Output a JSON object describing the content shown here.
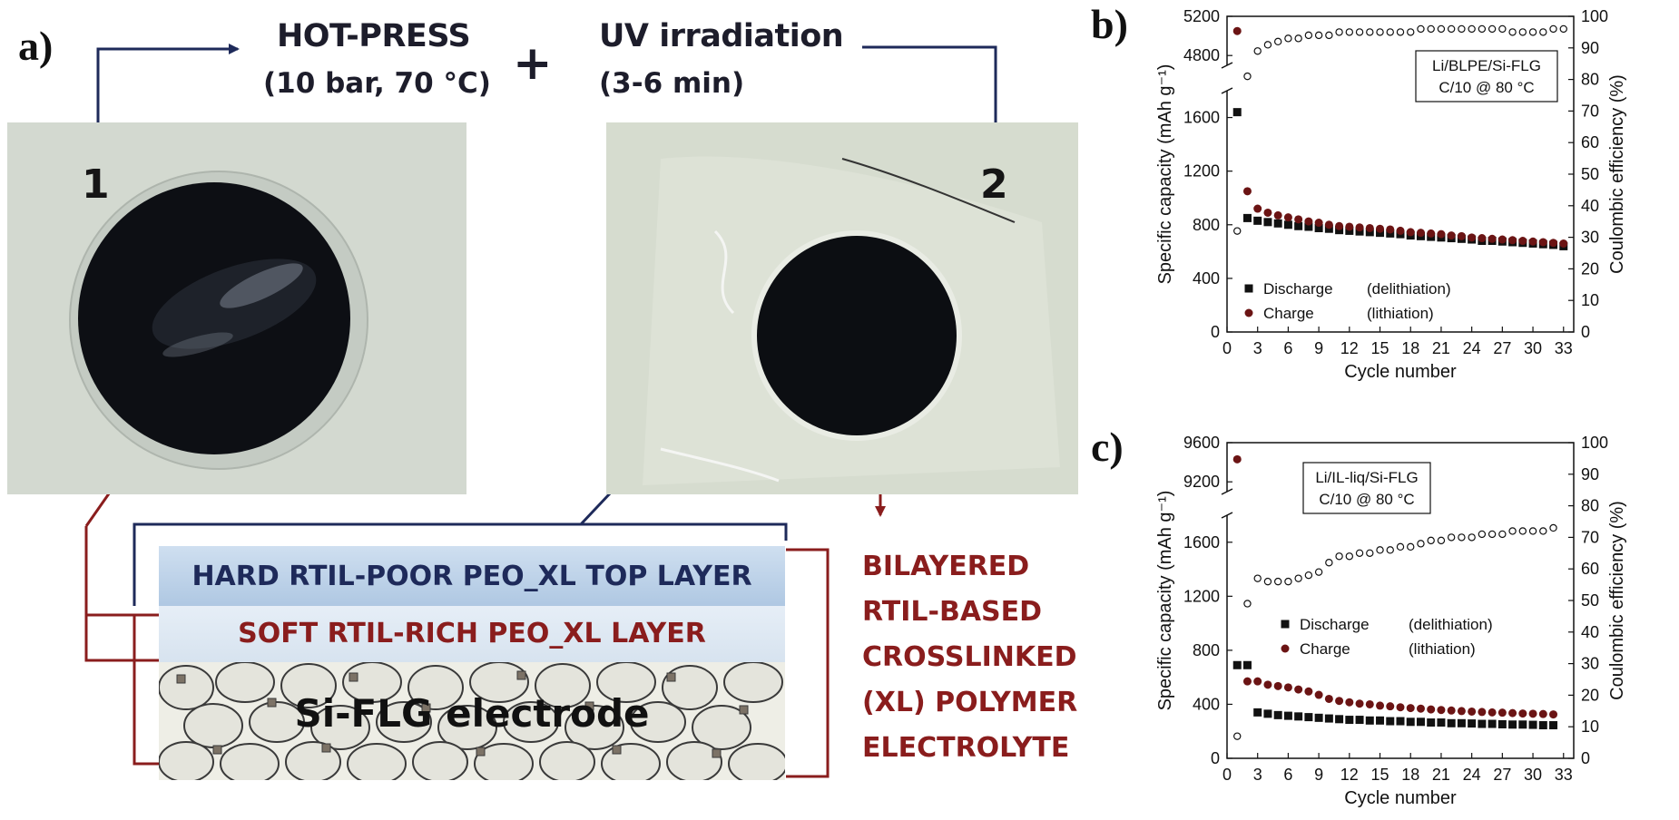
{
  "panel_a": {
    "label": "a)",
    "step1_num": "1",
    "step2_num": "2",
    "plus": "+",
    "hotpress_title": "HOT-PRESS",
    "hotpress_sub": "(10 bar, 70 °C)",
    "uv_title": "UV irradiation",
    "uv_sub": "(3-6 min)",
    "layer_top": "HARD RTIL-POOR PEO_XL TOP LAYER",
    "layer_soft": "SOFT RTIL-RICH PEO_XL LAYER",
    "electrode": "Si-FLG electrode",
    "brace_lines": [
      "BILAYERED",
      "RTIL-BASED",
      "CROSSLINKED",
      "(XL) POLYMER",
      "ELECTROLYTE"
    ],
    "colors": {
      "dark_red": "#8a1d1d",
      "navy": "#1e2a5a",
      "photo_bg": "#cfd6cc",
      "top_layer": "#b9cfe6",
      "soft_layer": "#dfeaf4"
    }
  },
  "chart_data": [
    {
      "panel": "b)",
      "type": "scatter",
      "xlabel": "Cycle number",
      "ylabel_left": "Specific capacity (mAh g⁻¹)",
      "ylabel_right": "Coulombic efficiency (%)",
      "x_ticks": [
        0,
        3,
        6,
        9,
        12,
        15,
        18,
        21,
        24,
        27,
        30,
        33
      ],
      "y_left_ticks_lower": [
        0,
        400,
        800,
        1200,
        1600
      ],
      "y_left_ticks_upper": [
        4800,
        5200
      ],
      "y_right_ticks": [
        0,
        10,
        20,
        30,
        40,
        50,
        60,
        70,
        80,
        90,
        100
      ],
      "xlim": [
        0,
        34
      ],
      "ylim_lower": [
        0,
        1800
      ],
      "ylim_upper": [
        4700,
        5200
      ],
      "ylim_right": [
        0,
        100
      ],
      "axis_break": true,
      "box_lines": [
        "Li/BLPE/Si-FLG",
        "C/10 @ 80 °C"
      ],
      "legend": [
        {
          "marker": "square",
          "name": "Discharge",
          "note": "(delithiation)"
        },
        {
          "marker": "circle",
          "name": "Charge",
          "note": "(lithiation)"
        }
      ],
      "series": [
        {
          "name": "Discharge",
          "axis": "left",
          "marker": "square",
          "fill": "#111111",
          "points": [
            [
              1,
              1640
            ],
            [
              2,
              850
            ],
            [
              3,
              830
            ],
            [
              4,
              820
            ],
            [
              5,
              810
            ],
            [
              6,
              800
            ],
            [
              7,
              790
            ],
            [
              8,
              785
            ],
            [
              9,
              775
            ],
            [
              10,
              770
            ],
            [
              11,
              760
            ],
            [
              12,
              755
            ],
            [
              13,
              750
            ],
            [
              14,
              745
            ],
            [
              15,
              740
            ],
            [
              16,
              735
            ],
            [
              17,
              730
            ],
            [
              18,
              720
            ],
            [
              19,
              715
            ],
            [
              20,
              710
            ],
            [
              21,
              705
            ],
            [
              22,
              700
            ],
            [
              23,
              695
            ],
            [
              24,
              690
            ],
            [
              25,
              680
            ],
            [
              26,
              680
            ],
            [
              27,
              675
            ],
            [
              28,
              670
            ],
            [
              29,
              665
            ],
            [
              30,
              660
            ],
            [
              31,
              655
            ],
            [
              32,
              650
            ],
            [
              33,
              640
            ]
          ]
        },
        {
          "name": "Charge",
          "axis": "left",
          "marker": "circle",
          "fill": "#6b1414",
          "points": [
            [
              1,
              5050
            ],
            [
              2,
              1050
            ],
            [
              3,
              920
            ],
            [
              4,
              890
            ],
            [
              5,
              870
            ],
            [
              6,
              855
            ],
            [
              7,
              840
            ],
            [
              8,
              825
            ],
            [
              9,
              815
            ],
            [
              10,
              800
            ],
            [
              11,
              790
            ],
            [
              12,
              785
            ],
            [
              13,
              780
            ],
            [
              14,
              775
            ],
            [
              15,
              770
            ],
            [
              16,
              765
            ],
            [
              17,
              755
            ],
            [
              18,
              745
            ],
            [
              19,
              740
            ],
            [
              20,
              735
            ],
            [
              21,
              730
            ],
            [
              22,
              720
            ],
            [
              23,
              715
            ],
            [
              24,
              705
            ],
            [
              25,
              700
            ],
            [
              26,
              695
            ],
            [
              27,
              690
            ],
            [
              28,
              685
            ],
            [
              29,
              680
            ],
            [
              30,
              675
            ],
            [
              31,
              670
            ],
            [
              32,
              665
            ],
            [
              33,
              660
            ]
          ]
        },
        {
          "name": "Coulombic efficiency",
          "axis": "right",
          "marker": "open-circle",
          "points": [
            [
              1,
              32
            ],
            [
              2,
              81
            ],
            [
              3,
              89
            ],
            [
              4,
              91
            ],
            [
              5,
              92
            ],
            [
              6,
              93
            ],
            [
              7,
              93
            ],
            [
              8,
              94
            ],
            [
              9,
              94
            ],
            [
              10,
              94
            ],
            [
              11,
              95
            ],
            [
              12,
              95
            ],
            [
              13,
              95
            ],
            [
              14,
              95
            ],
            [
              15,
              95
            ],
            [
              16,
              95
            ],
            [
              17,
              95
            ],
            [
              18,
              95
            ],
            [
              19,
              96
            ],
            [
              20,
              96
            ],
            [
              21,
              96
            ],
            [
              22,
              96
            ],
            [
              23,
              96
            ],
            [
              24,
              96
            ],
            [
              25,
              96
            ],
            [
              26,
              96
            ],
            [
              27,
              96
            ],
            [
              28,
              95
            ],
            [
              29,
              95
            ],
            [
              30,
              95
            ],
            [
              31,
              95
            ],
            [
              32,
              96
            ],
            [
              33,
              96
            ]
          ]
        }
      ]
    },
    {
      "panel": "c)",
      "type": "scatter",
      "xlabel": "Cycle number",
      "ylabel_left": "Specific capacity (mAh g⁻¹)",
      "ylabel_right": "Coulombic efficiency (%)",
      "x_ticks": [
        0,
        3,
        6,
        9,
        12,
        15,
        18,
        21,
        24,
        27,
        30,
        33
      ],
      "y_left_ticks_lower": [
        0,
        400,
        800,
        1200,
        1600
      ],
      "y_left_ticks_upper": [
        9200,
        9600
      ],
      "y_right_ticks": [
        0,
        10,
        20,
        30,
        40,
        50,
        60,
        70,
        80,
        90,
        100
      ],
      "xlim": [
        0,
        34
      ],
      "ylim_lower": [
        0,
        1800
      ],
      "ylim_upper": [
        9100,
        9600
      ],
      "ylim_right": [
        0,
        100
      ],
      "axis_break": true,
      "box_lines": [
        "Li/IL-liq/Si-FLG",
        "C/10 @ 80 °C"
      ],
      "legend": [
        {
          "marker": "square",
          "name": "Discharge",
          "note": "(delithiation)"
        },
        {
          "marker": "circle",
          "name": "Charge",
          "note": "(lithiation)"
        }
      ],
      "series": [
        {
          "name": "Discharge",
          "axis": "left",
          "marker": "square",
          "fill": "#111111",
          "points": [
            [
              1,
              690
            ],
            [
              2,
              690
            ],
            [
              3,
              340
            ],
            [
              4,
              330
            ],
            [
              5,
              320
            ],
            [
              6,
              315
            ],
            [
              7,
              310
            ],
            [
              8,
              305
            ],
            [
              9,
              300
            ],
            [
              10,
              295
            ],
            [
              11,
              290
            ],
            [
              12,
              285
            ],
            [
              13,
              285
            ],
            [
              14,
              280
            ],
            [
              15,
              280
            ],
            [
              16,
              275
            ],
            [
              17,
              275
            ],
            [
              18,
              270
            ],
            [
              19,
              270
            ],
            [
              20,
              265
            ],
            [
              21,
              265
            ],
            [
              22,
              260
            ],
            [
              23,
              260
            ],
            [
              24,
              258
            ],
            [
              25,
              255
            ],
            [
              26,
              255
            ],
            [
              27,
              252
            ],
            [
              28,
              250
            ],
            [
              29,
              250
            ],
            [
              30,
              248
            ],
            [
              31,
              245
            ],
            [
              32,
              245
            ]
          ]
        },
        {
          "name": "Charge",
          "axis": "left",
          "marker": "circle",
          "fill": "#6b1414",
          "points": [
            [
              1,
              9430
            ],
            [
              2,
              570
            ],
            [
              3,
              570
            ],
            [
              4,
              545
            ],
            [
              5,
              535
            ],
            [
              6,
              525
            ],
            [
              7,
              510
            ],
            [
              8,
              495
            ],
            [
              9,
              470
            ],
            [
              10,
              440
            ],
            [
              11,
              425
            ],
            [
              12,
              415
            ],
            [
              13,
              405
            ],
            [
              14,
              400
            ],
            [
              15,
              390
            ],
            [
              16,
              385
            ],
            [
              17,
              378
            ],
            [
              18,
              372
            ],
            [
              19,
              368
            ],
            [
              20,
              362
            ],
            [
              21,
              358
            ],
            [
              22,
              354
            ],
            [
              23,
              350
            ],
            [
              24,
              346
            ],
            [
              25,
              343
            ],
            [
              26,
              340
            ],
            [
              27,
              338
            ],
            [
              28,
              335
            ],
            [
              29,
              332
            ],
            [
              30,
              330
            ],
            [
              31,
              328
            ],
            [
              32,
              325
            ]
          ]
        },
        {
          "name": "Coulombic efficiency",
          "axis": "right",
          "marker": "open-circle",
          "points": [
            [
              1,
              7
            ],
            [
              2,
              49
            ],
            [
              3,
              57
            ],
            [
              4,
              56
            ],
            [
              5,
              56
            ],
            [
              6,
              56
            ],
            [
              7,
              57
            ],
            [
              8,
              58
            ],
            [
              9,
              59
            ],
            [
              10,
              62
            ],
            [
              11,
              64
            ],
            [
              12,
              64
            ],
            [
              13,
              65
            ],
            [
              14,
              65
            ],
            [
              15,
              66
            ],
            [
              16,
              66
            ],
            [
              17,
              67
            ],
            [
              18,
              67
            ],
            [
              19,
              68
            ],
            [
              20,
              69
            ],
            [
              21,
              69
            ],
            [
              22,
              70
            ],
            [
              23,
              70
            ],
            [
              24,
              70
            ],
            [
              25,
              71
            ],
            [
              26,
              71
            ],
            [
              27,
              71
            ],
            [
              28,
              72
            ],
            [
              29,
              72
            ],
            [
              30,
              72
            ],
            [
              31,
              72
            ],
            [
              32,
              73
            ]
          ]
        }
      ]
    }
  ]
}
